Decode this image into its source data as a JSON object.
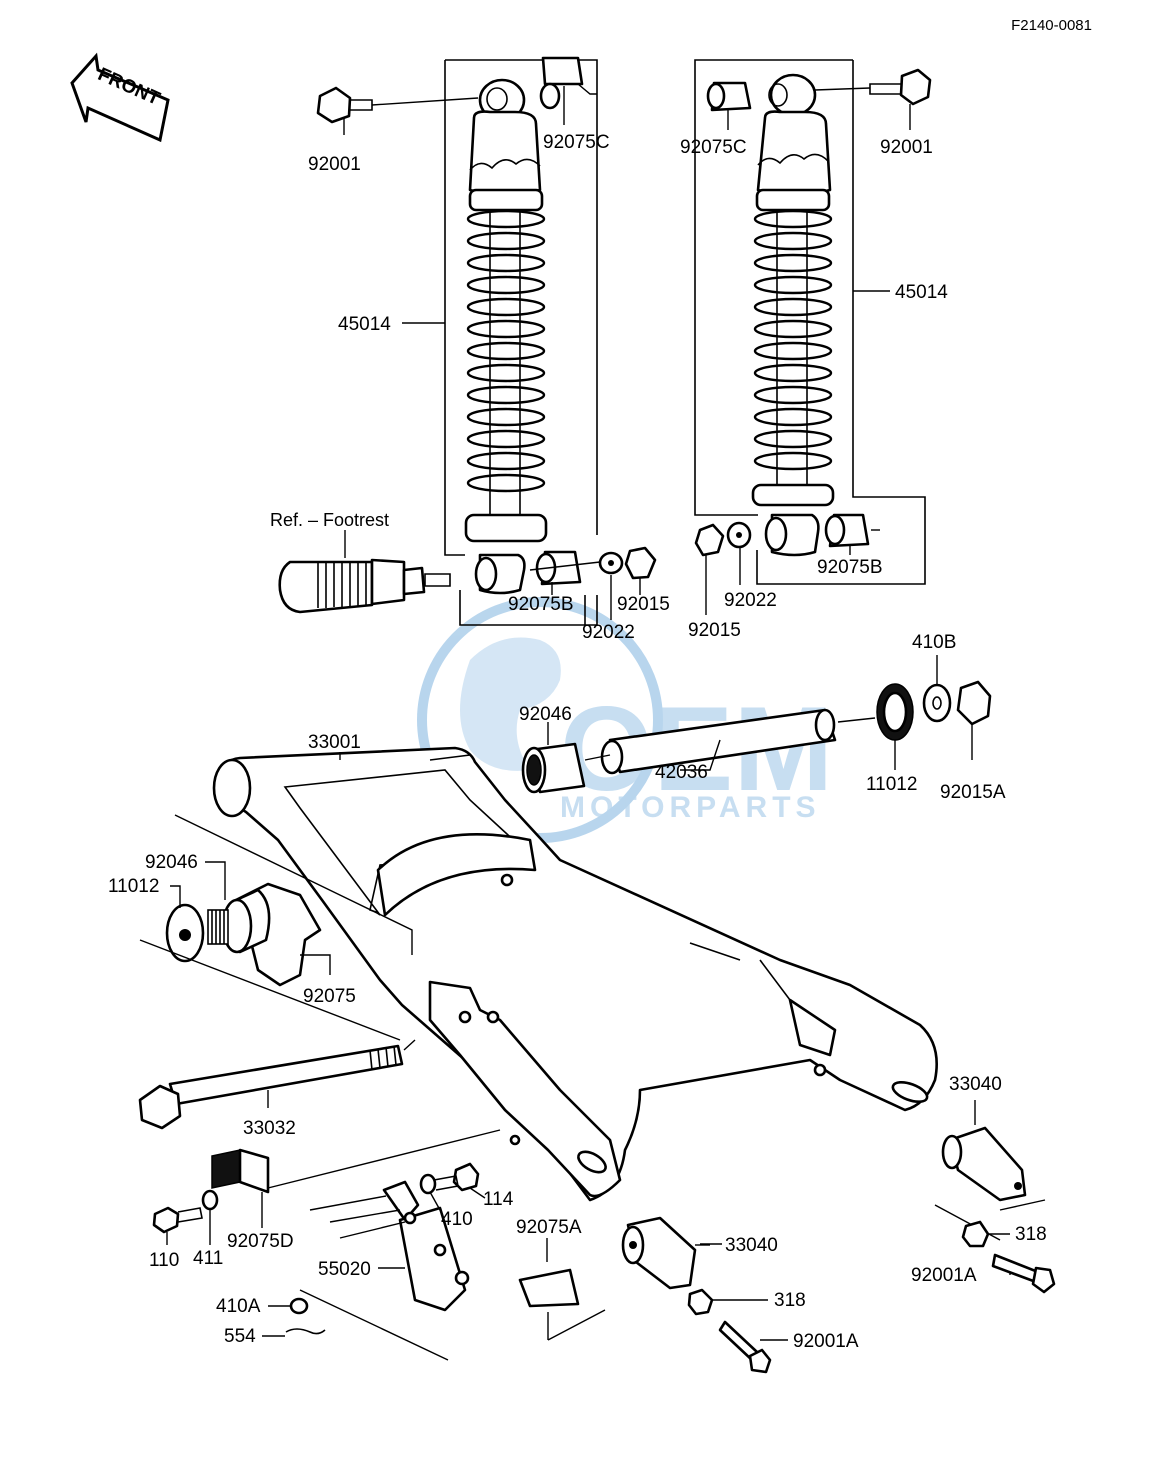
{
  "drawing_code": "F2140-0081",
  "front_arrow": {
    "label": "FRONT"
  },
  "reference_note": "Ref. – Footrest",
  "watermark": {
    "brand": "OEM",
    "sub": "MOTORPARTS",
    "color": "#7fb4df"
  },
  "callouts": [
    {
      "id": "c-92001-l",
      "text": "92001"
    },
    {
      "id": "c-92075C-l",
      "text": "92075C"
    },
    {
      "id": "c-92075C-r",
      "text": "92075C"
    },
    {
      "id": "c-92001-r",
      "text": "92001"
    },
    {
      "id": "c-45014-l",
      "text": "45014"
    },
    {
      "id": "c-45014-r",
      "text": "45014"
    },
    {
      "id": "c-92075B-l",
      "text": "92075B"
    },
    {
      "id": "c-92015-l",
      "text": "92015"
    },
    {
      "id": "c-92022-l",
      "text": "92022"
    },
    {
      "id": "c-92015-r",
      "text": "92015"
    },
    {
      "id": "c-92022-r",
      "text": "92022"
    },
    {
      "id": "c-92075B-r",
      "text": "92075B"
    },
    {
      "id": "c-410B",
      "text": "410B"
    },
    {
      "id": "c-92046-t",
      "text": "92046"
    },
    {
      "id": "c-33001",
      "text": "33001"
    },
    {
      "id": "c-42036",
      "text": "42036"
    },
    {
      "id": "c-11012-r",
      "text": "11012"
    },
    {
      "id": "c-92015A",
      "text": "92015A"
    },
    {
      "id": "c-92046-l",
      "text": "92046"
    },
    {
      "id": "c-11012-l",
      "text": "11012"
    },
    {
      "id": "c-92075",
      "text": "92075"
    },
    {
      "id": "c-33032",
      "text": "33032"
    },
    {
      "id": "c-33040-r",
      "text": "33040"
    },
    {
      "id": "c-114",
      "text": "114"
    },
    {
      "id": "c-410",
      "text": "410"
    },
    {
      "id": "c-92075D",
      "text": "92075D"
    },
    {
      "id": "c-110",
      "text": "110"
    },
    {
      "id": "c-411",
      "text": "411"
    },
    {
      "id": "c-55020",
      "text": "55020"
    },
    {
      "id": "c-92075A",
      "text": "92075A"
    },
    {
      "id": "c-33040-c",
      "text": "33040"
    },
    {
      "id": "c-318-r",
      "text": "318"
    },
    {
      "id": "c-92001A-r",
      "text": "92001A"
    },
    {
      "id": "c-318-c",
      "text": "318"
    },
    {
      "id": "c-92001A-c",
      "text": "92001A"
    },
    {
      "id": "c-410A",
      "text": "410A"
    },
    {
      "id": "c-554",
      "text": "554"
    }
  ]
}
